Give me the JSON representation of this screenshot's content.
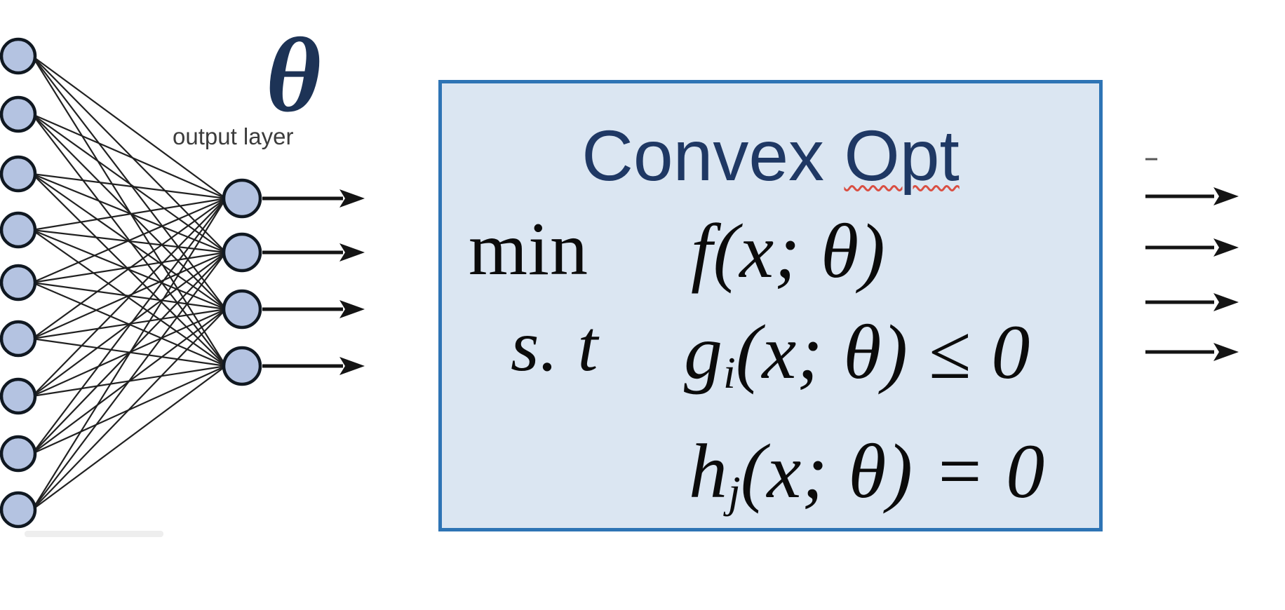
{
  "diagram": {
    "neural_network": {
      "theta_symbol": "θ",
      "output_layer_label": "output layer",
      "input_node_count": 9,
      "output_node_count": 4,
      "node_fill": "#b4c3e1",
      "node_stroke": "#101821",
      "edge_color": "#212121",
      "arrow_color": "#141414",
      "theta_color": "#1d3356",
      "output_label_color": "#3c3c3c"
    },
    "convex_box": {
      "title_word1": "Convex",
      "title_word2": "Opt",
      "title_color": "#1f3864",
      "fill": "#dbe6f2",
      "border_color": "#2e74b5",
      "rows": [
        {
          "label": "min",
          "fn": "f",
          "sub": "",
          "rest": "(x; θ)"
        },
        {
          "label": "s. t",
          "fn": "g",
          "sub": "i",
          "rest": "(x; θ) ≤ 0"
        },
        {
          "label": "",
          "fn": "h",
          "sub": "j",
          "rest": "(x; θ) = 0"
        }
      ]
    },
    "right_arrows": {
      "count": 4,
      "color": "#141414"
    }
  }
}
